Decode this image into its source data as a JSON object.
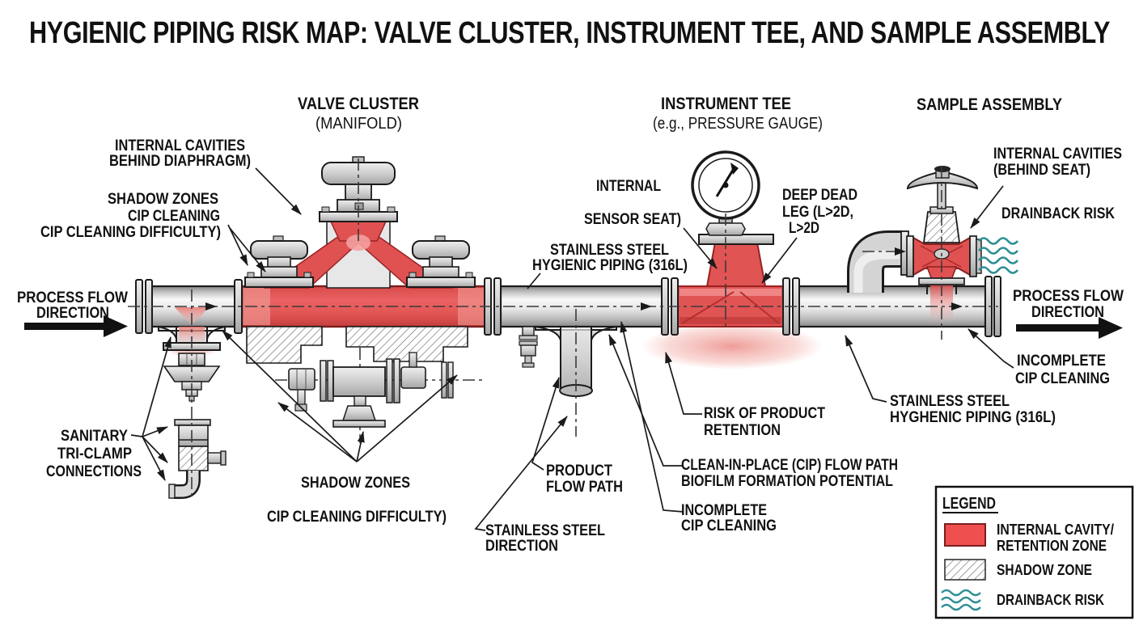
{
  "title": "HYGIENIC PIPING RISK MAP: VALVE CLUSTER, INSTRUMENT TEE, AND SAMPLE ASSEMBLY",
  "sections": {
    "valve_cluster": {
      "title": "VALVE CLUSTER",
      "subtitle": "(MANIFOLD)"
    },
    "instrument_tee": {
      "title": "INSTRUMENT TEE",
      "subtitle": "(e.g., PRESSURE GAUGE)"
    },
    "sample_assembly": {
      "title": "SAMPLE ASSEMBLY"
    }
  },
  "callouts": {
    "internal_cavities_diaphragm": {
      "line1": "INTERNAL CAVITIES",
      "line2": "BEHIND DIAPHRAGM)"
    },
    "shadow_zones_cip": {
      "line1": "SHADOW ZONES",
      "line2": "CIP CLEANING",
      "line3": "CIP CLEANING DIFFICULTY)"
    },
    "process_flow_left": {
      "line1": "PROCESS FLOW",
      "line2": "DIRECTION"
    },
    "sanitary_triclamp": {
      "line1": "SANITARY",
      "line2": "TRI-CLAMP",
      "line3": "CONNECTIONS"
    },
    "shadow_zones_bottom": {
      "line1": "SHADOW ZONES"
    },
    "cip_difficulty_bottom": {
      "line1": "CIP CLEANING DIFFICULTY)"
    },
    "stainless_mid": {
      "line1": "STAINLESS STEEL",
      "line2": "HYGIENIC PIPING (316L)"
    },
    "internal_sensor": {
      "line1": "INTERNAL",
      "line2": "SENSOR SEAT)"
    },
    "deep_dead_leg": {
      "line1": "DEEP DEAD",
      "line2": "LEG (L>2D,",
      "line3": "L>2D"
    },
    "product_flow": {
      "line1": "PRODUCT",
      "line2": "FLOW PATH"
    },
    "stainless_direction": {
      "line1": "STAINLESS STEEL",
      "line2": "DIRECTION"
    },
    "risk_retention": {
      "line1": "RISK OF PRODUCT",
      "line2": "RETENTION"
    },
    "cip_flow_path": {
      "line1": "CLEAN-IN-PLACE (CIP) FLOW PATH",
      "line2": "BIOFILM FORMATION POTENTIAL"
    },
    "incomplete_cip_mid": {
      "line1": "INCOMPLETE",
      "line2": "CIP CLEANING"
    },
    "internal_cavities_seat": {
      "line1": "INTERNAL CAVITIES",
      "line2": "(BEHIND SEAT)"
    },
    "drainback_risk": {
      "line1": "DRAINBACK RISK"
    },
    "process_flow_right": {
      "line1": "PROCESS FLOW",
      "line2": "DIRECTION"
    },
    "incomplete_cip_right": {
      "line1": "INCOMPLETE",
      "line2": "CIP CLEANING"
    },
    "stainless_right": {
      "line1": "STAINLESS STEEL",
      "line2": "HYGHENIC PIPING (316L)"
    }
  },
  "legend": {
    "title": "LEGEND",
    "items": [
      {
        "swatch": "red-fill",
        "label_line1": "INTERNAL CAVITY/",
        "label_line2": "RETENTION ZONE"
      },
      {
        "swatch": "diagonal-hatch",
        "label_line1": "SHADOW ZONE"
      },
      {
        "swatch": "teal-waves",
        "label_line1": "DRAINBACK RISK"
      }
    ]
  },
  "colors": {
    "risk_red": "#e05252",
    "risk_red_dark": "#992222",
    "glow_pink": "#f2a09a",
    "shadow_hatch_line": "#777777",
    "drainback_teal": "#2e8f94",
    "pipe_gray": "#d6d6d6",
    "text_black": "#111111"
  }
}
